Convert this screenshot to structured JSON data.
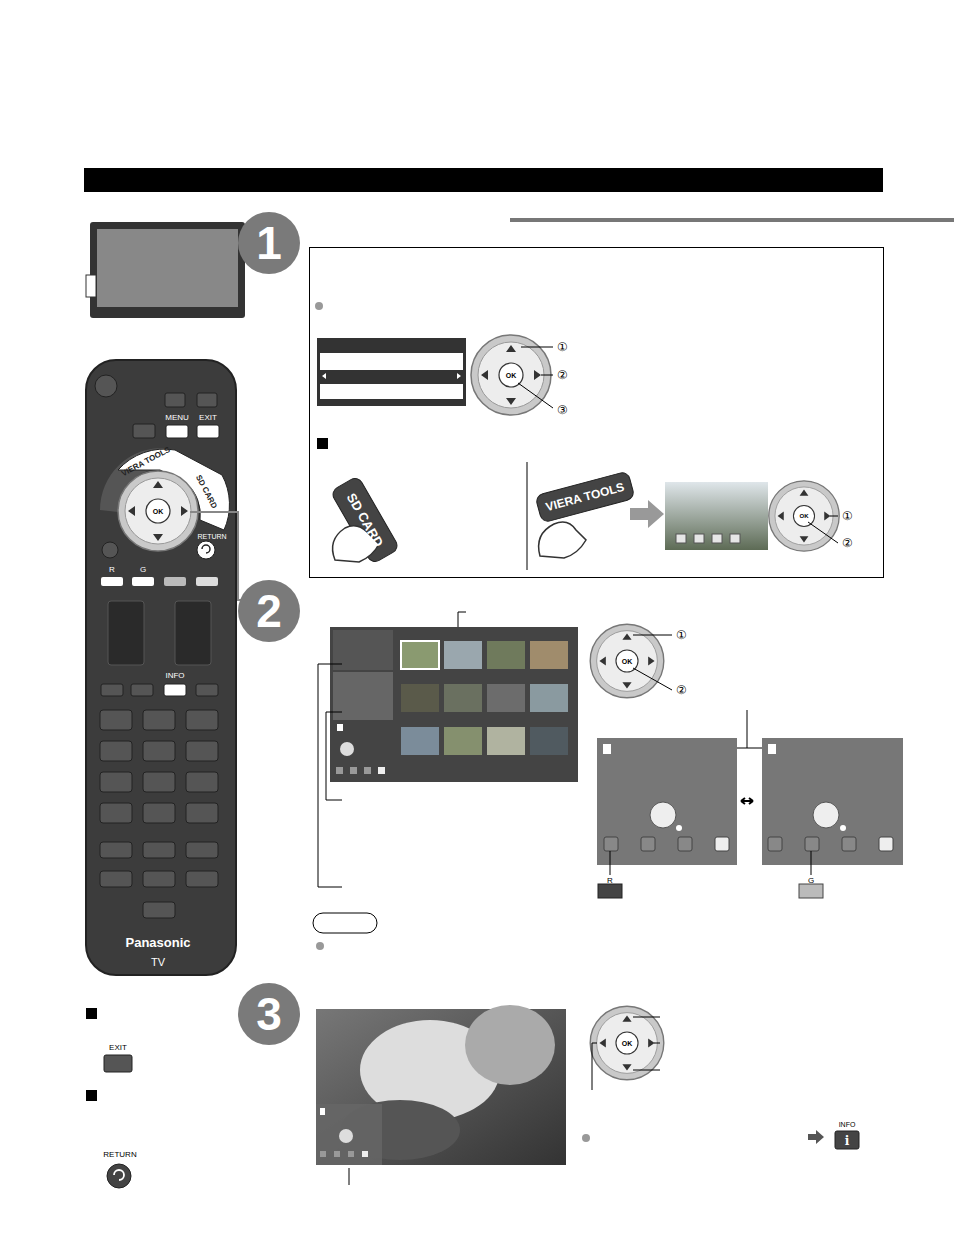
{
  "diagram": {
    "nodes": [
      {
        "text": [
          "1"
        ]
      },
      {
        "text": [
          "2"
        ]
      },
      {
        "text": [
          "3"
        ]
      }
    ],
    "labels": [
      "MENU",
      "EXIT",
      "VIERA TOOLS",
      "SD CARD",
      "OK",
      "RETURN",
      "R",
      "G",
      "INFO",
      "Panasonic",
      "TV",
      "OK",
      "①",
      "②",
      "③",
      "SD CARD",
      "VIERA TOOLS",
      "OK",
      "①",
      "②",
      "OK",
      "①",
      "②",
      "R",
      "G",
      "EXIT",
      "RETURN",
      "OK",
      "INFO"
    ]
  }
}
